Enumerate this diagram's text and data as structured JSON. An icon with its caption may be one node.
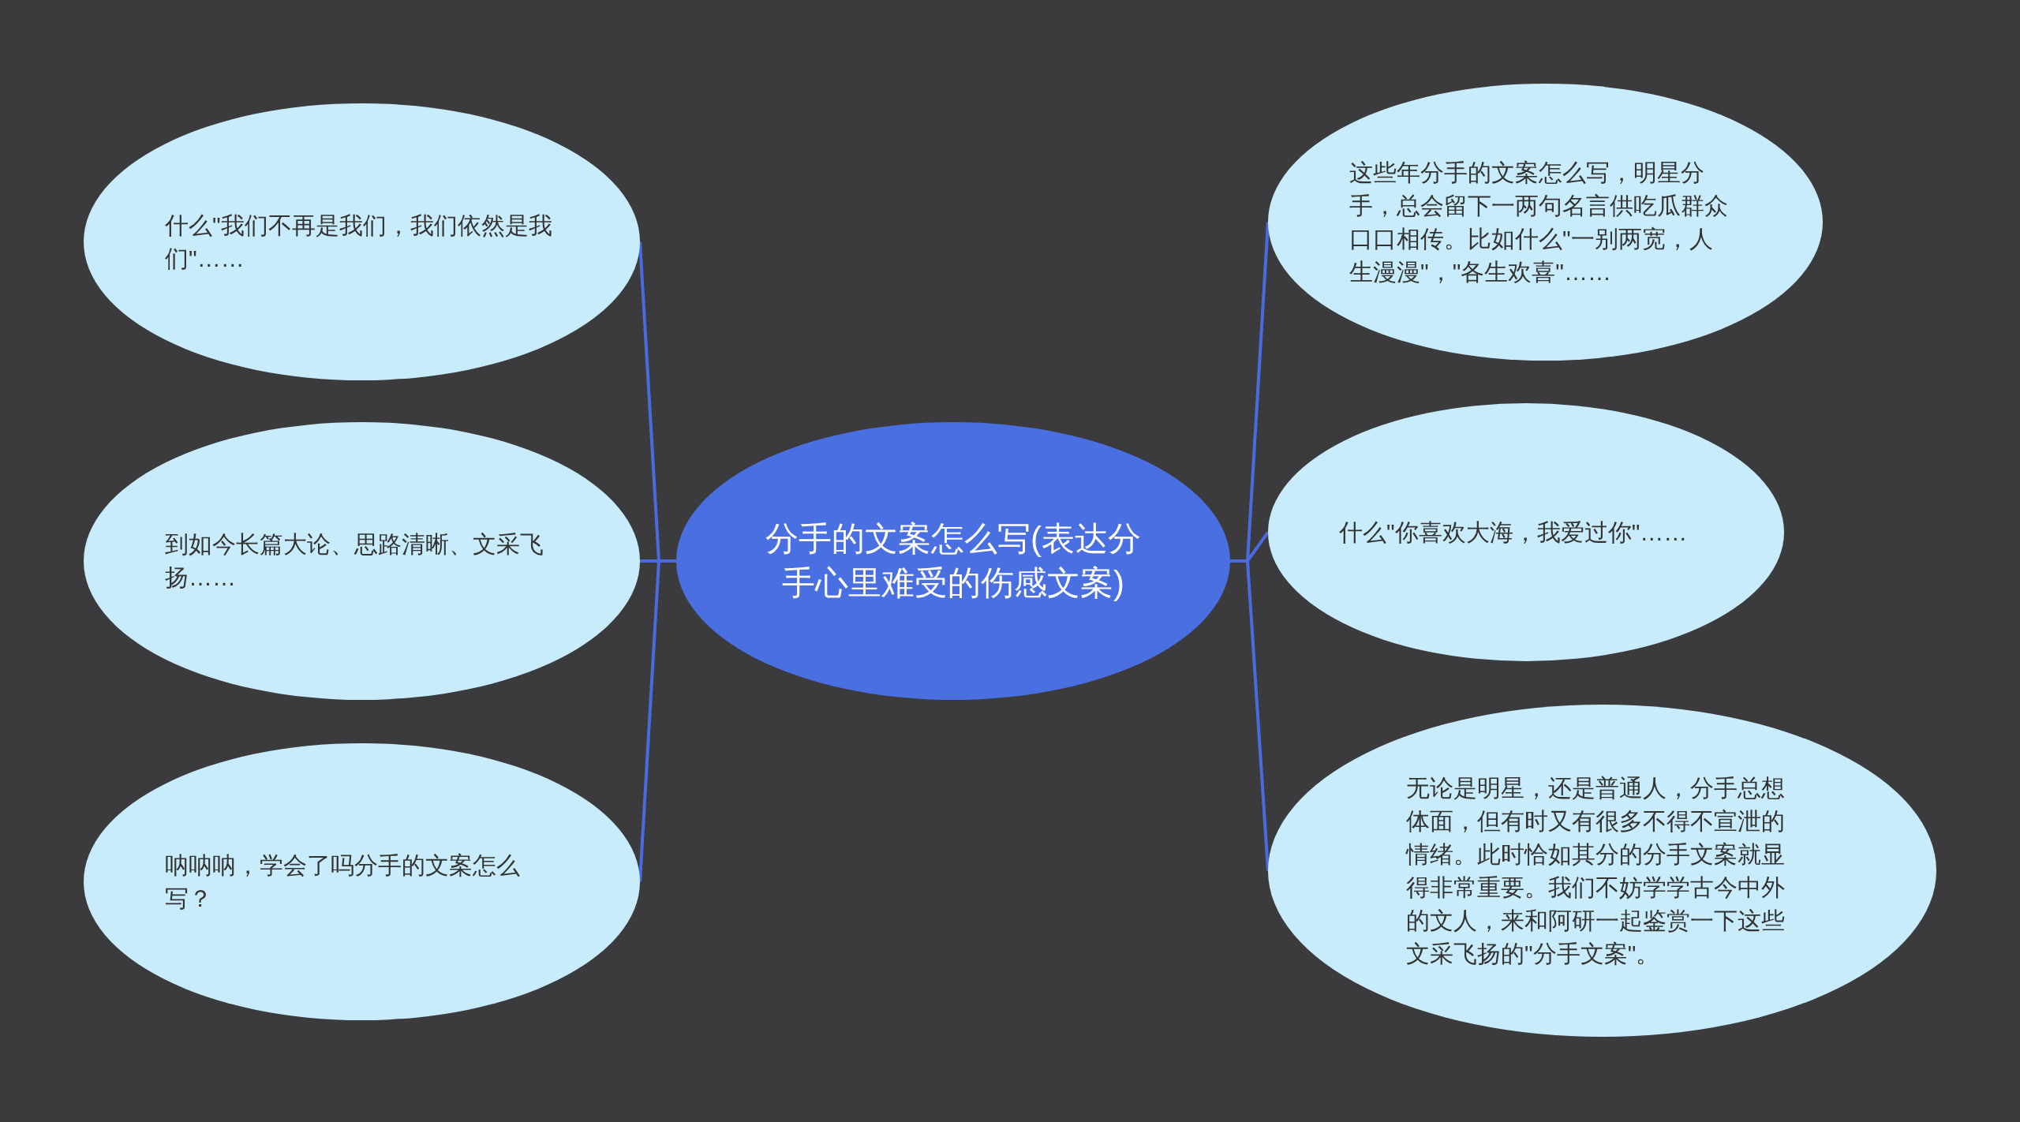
{
  "diagram": {
    "nodes": [
      {
        "text": [
          "分手的文案怎么写(表达分手心里难受的伤感文案)"
        ]
      },
      {
        "text": [
          "什么\"我们不再是我们，我们依然是我们\"……"
        ]
      },
      {
        "text": [
          "到如今长篇大论、思路清晰、文采飞扬……"
        ]
      },
      {
        "text": [
          "呐呐呐，学会了吗分手的文案怎么写？"
        ]
      },
      {
        "text": [
          "这些年分手的文案怎么写，明星分手，总会留下一两句名言供吃瓜群众口口相传。比如什么\"一别两宽，人生漫漫\"，\"各生欢喜\"……"
        ]
      },
      {
        "text": [
          "什么\"你喜欢大海，我爱过你\"……"
        ]
      },
      {
        "text": [
          "无论是明星，还是普通人，分手总想体面，但有时又有很多不得不宣泄的情绪。此时恰如其分的分手文案就显得非常重要。我们不妨学学古今中外的文人，来和阿研一起鉴赏一下这些文采飞扬的\"分手文案\"。"
        ]
      }
    ],
    "edges": [
      {
        "from": 0,
        "to": 1,
        "arrow": "none"
      },
      {
        "from": 0,
        "to": 2,
        "arrow": "none"
      },
      {
        "from": 0,
        "to": 3,
        "arrow": "none"
      },
      {
        "from": 0,
        "to": 4,
        "arrow": "none"
      },
      {
        "from": 0,
        "to": 5,
        "arrow": "none"
      },
      {
        "from": 0,
        "to": 6,
        "arrow": "none"
      }
    ]
  }
}
